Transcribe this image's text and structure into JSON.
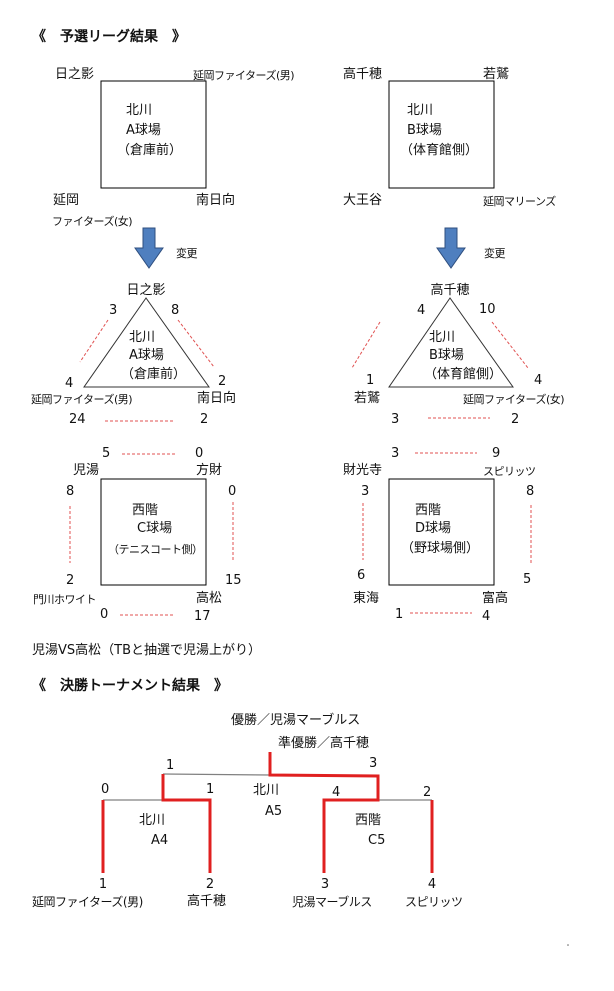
{
  "prelim": {
    "title": "《　予選リーグ結果　》",
    "change_label": "変更",
    "original_a": {
      "venue": [
        "北川",
        "A球場",
        "（倉庫前）"
      ],
      "teams": [
        "日之影",
        "延岡ファイターズ(男)",
        "延岡",
        "ファイターズ(女)",
        "南日向"
      ]
    },
    "original_b": {
      "venue": [
        "北川",
        "B球場",
        "（体育館側）"
      ],
      "teams": [
        "高千穂",
        "若鷲",
        "大王谷",
        "延岡マリーンズ"
      ]
    },
    "group_a": {
      "venue": [
        "北川",
        "A球場",
        "（倉庫前）"
      ],
      "teams": [
        "日之影",
        "延岡ファイターズ(男)",
        "南日向"
      ],
      "scores": [
        "3",
        "8",
        "4",
        "2",
        "24",
        "2"
      ]
    },
    "group_b": {
      "venue": [
        "北川",
        "B球場",
        "（体育館側）"
      ],
      "teams": [
        "高千穂",
        "若鷲",
        "延岡ファイターズ(女)"
      ],
      "scores": [
        "4",
        "10",
        "1",
        "4",
        "3",
        "2"
      ]
    },
    "group_c": {
      "venue": [
        "西階",
        "C球場",
        "（テニスコート側）"
      ],
      "teams": [
        "児湯",
        "方財",
        "門川ホワイト",
        "高松"
      ],
      "scores": [
        "5",
        "0",
        "8",
        "0",
        "2",
        "15",
        "0",
        "17"
      ]
    },
    "group_d": {
      "venue": [
        "西階",
        "D球場",
        "（野球場側）"
      ],
      "teams": [
        "財光寺",
        "スピリッツ",
        "東海",
        "富高"
      ],
      "scores": [
        "3",
        "9",
        "3",
        "8",
        "6",
        "5",
        "1",
        "4"
      ]
    },
    "note": "児湯VS高松（TBと抽選で児湯上がり）"
  },
  "final": {
    "title": "《　決勝トーナメント結果　》",
    "champion": "優勝／児湯マーブルス",
    "runner_up": "準優勝／高千穂",
    "venues": {
      "final": [
        "北川",
        "A5"
      ],
      "semi1": [
        "北川",
        "A4"
      ],
      "semi2": [
        "西階",
        "C5"
      ]
    },
    "scores": {
      "final_left": "1",
      "final_right": "3",
      "s1_left": "0",
      "s1_right": "1",
      "s2_left": "4",
      "s2_right": "2"
    },
    "seeds": [
      {
        "num": "1",
        "team": "延岡ファイターズ(男)"
      },
      {
        "num": "2",
        "team": "高千穂"
      },
      {
        "num": "3",
        "team": "児湯マーブルス"
      },
      {
        "num": "4",
        "team": "スピリッツ"
      }
    ],
    "colors": {
      "win_line": "#e02020",
      "lose_line": "#808080",
      "dash": "#e05050",
      "arrow": "#4f7fbf"
    }
  }
}
